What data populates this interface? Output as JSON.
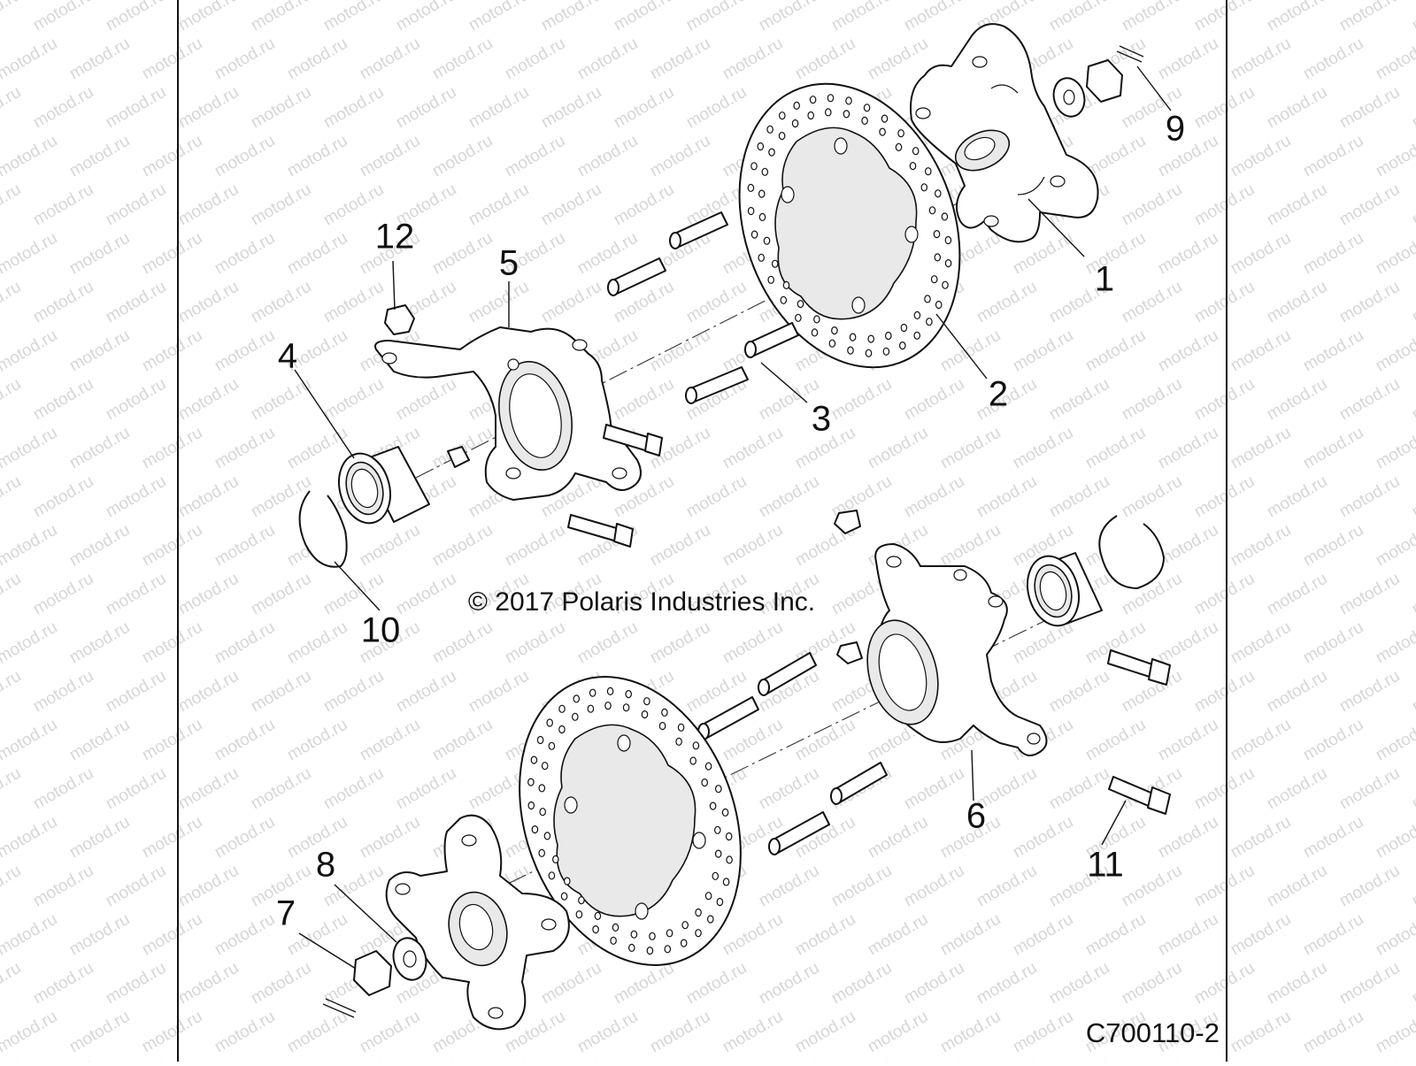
{
  "watermark_text": "motod.ru",
  "copyright": "© 2017 Polaris Industries Inc.",
  "drawing_code": "C700110-2",
  "callouts": [
    "1",
    "2",
    "3",
    "4",
    "5",
    "6",
    "7",
    "8",
    "9",
    "10",
    "11",
    "12"
  ],
  "colors": {
    "line": "#111111",
    "watermark": "#d6d6d6",
    "background": "#ffffff"
  }
}
